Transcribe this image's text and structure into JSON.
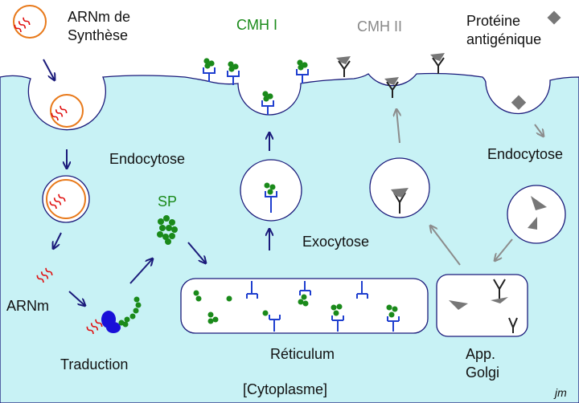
{
  "labels": {
    "arnm_synthese_line1": "ARNm de",
    "arnm_synthese_line2": "Synthèse",
    "cmh1": "CMH I",
    "cmh2": "CMH II",
    "proteine_line1": "Protéine",
    "proteine_line2": "antigénique",
    "endocytose_left": "Endocytose",
    "endocytose_right": "Endocytose",
    "sp": "SP",
    "exocytose": "Exocytose",
    "arnm": "ARNm",
    "traduction": "Traduction",
    "reticulum": "Réticulum",
    "golgi_line1": "App.",
    "golgi_line2": "Golgi",
    "cytoplasme": "[Cytoplasme]",
    "signature": "jm"
  },
  "colors": {
    "cytoplasm": "#c8f2f5",
    "membrane": "#1a1a7a",
    "arrow_dark": "#1a1a7a",
    "arrow_gray": "#8c8c8c",
    "mrna_circle": "#e8791a",
    "mrna_strand": "#e01010",
    "peptide_green": "#1a8a1a",
    "antigen_gray": "#777777",
    "mhc_blue": "#1f3fcf",
    "ribosome": "#1a10d8"
  }
}
